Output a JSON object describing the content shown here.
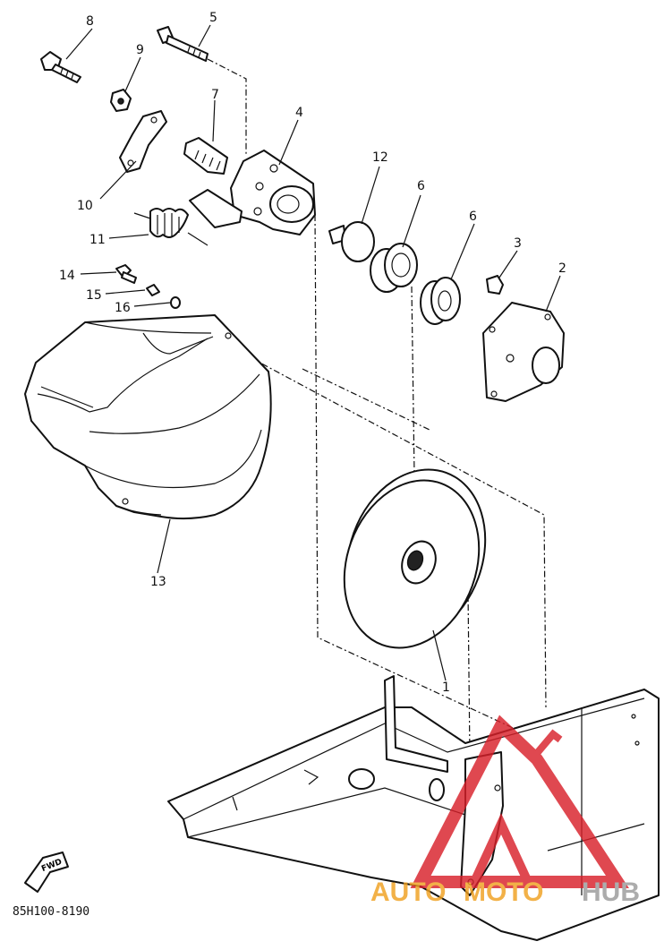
{
  "callouts": [
    {
      "id": "1",
      "text": "1"
    },
    {
      "id": "2",
      "text": "2"
    },
    {
      "id": "3",
      "text": "3"
    },
    {
      "id": "4",
      "text": "4"
    },
    {
      "id": "5",
      "text": "5"
    },
    {
      "id": "6a",
      "text": "6"
    },
    {
      "id": "6b",
      "text": "6"
    },
    {
      "id": "7",
      "text": "7"
    },
    {
      "id": "8",
      "text": "8"
    },
    {
      "id": "9",
      "text": "9"
    },
    {
      "id": "10",
      "text": "10"
    },
    {
      "id": "11",
      "text": "11"
    },
    {
      "id": "12",
      "text": "12"
    },
    {
      "id": "13",
      "text": "13"
    },
    {
      "id": "14",
      "text": "14"
    },
    {
      "id": "15",
      "text": "15"
    },
    {
      "id": "16",
      "text": "16"
    }
  ],
  "fwd_label": "FWD",
  "diagram_code": "85H100-8190",
  "watermark": {
    "auto": "AUTO",
    "moto": "MOTO",
    "hub": "HUB",
    "color_red": "#d8202a",
    "color_orange": "#f0a020",
    "color_gray": "#9a9a9a"
  }
}
